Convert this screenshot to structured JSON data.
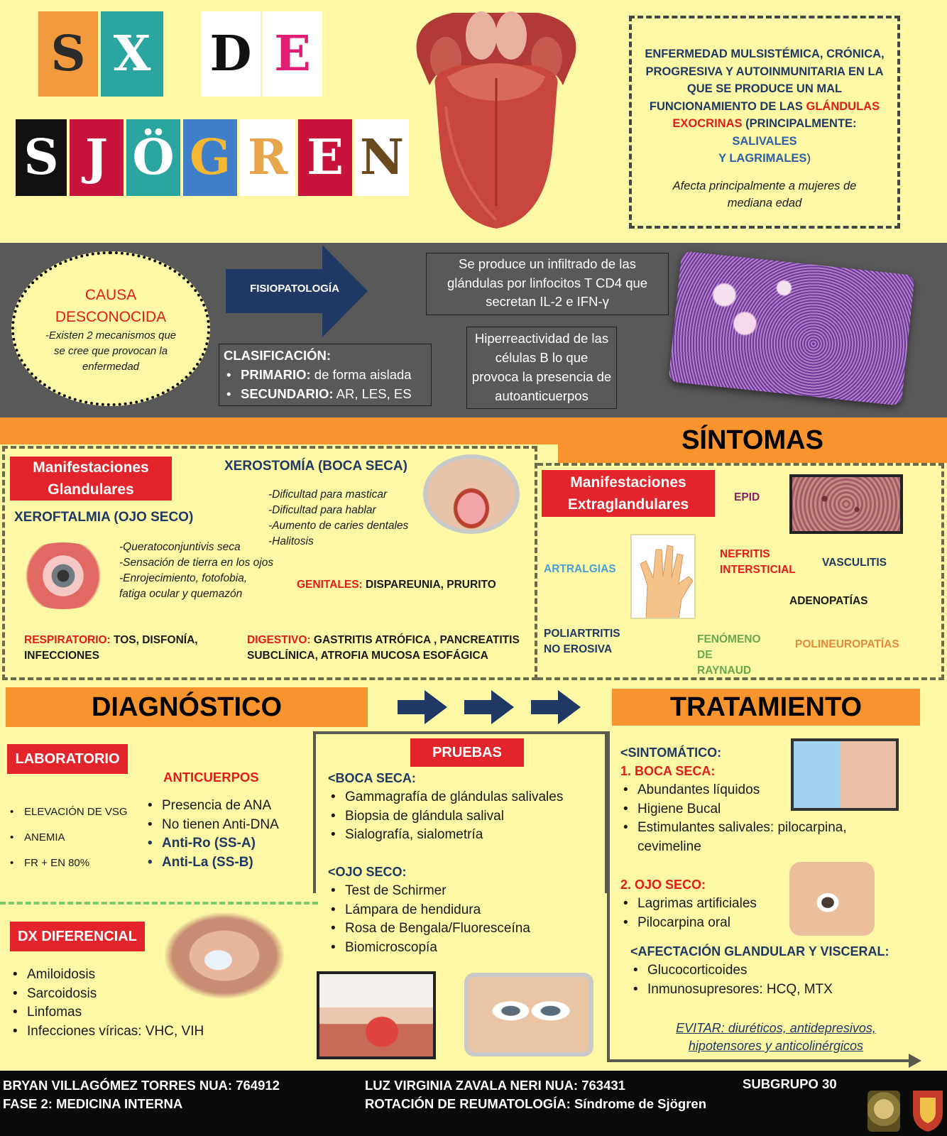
{
  "title": {
    "sx": [
      "S",
      "X"
    ],
    "de": [
      "D",
      "E"
    ],
    "sjogren": [
      "S",
      "J",
      "Ö",
      "G",
      "R",
      "E",
      "N"
    ]
  },
  "definition": {
    "l1": "ENFERMEDAD MULSISTÉMICA, CRÓNICA,",
    "l2": "PROGRESIVA Y AUTOINMUNITARIA EN LA",
    "l3": "QUE SE PRODUCE UN MAL",
    "l4a": "FUNCIONAMIENTO DE LAS ",
    "l4b": "GLÁNDULAS",
    "l5a": "EXOCRINAS",
    "l5b": " (PRINCIPALMENTE: ",
    "l5c": "SALIVALES",
    "l6a": "Y LAGRIMALES",
    "l6b": ")",
    "note": "Afecta principalmente a mujeres de mediana edad"
  },
  "cause": {
    "title": "CAUSA DESCONOCIDA",
    "text": "-Existen 2 mecanismos que se cree que provocan la enfermedad"
  },
  "fisio": {
    "label": "FISIOPATOLOGÍA",
    "box1": "Se produce un infiltrado de las glándulas por linfocitos T CD4 que secretan IL-2 e IFN-γ",
    "box2": "Hiperreactividad de las células B lo que provoca la presencia de autoanticuerpos"
  },
  "clasificacion": {
    "title": "CLASIFICACIÓN:",
    "items": [
      {
        "k": "PRIMARIO:",
        "v": " de forma aislada"
      },
      {
        "k": "SECUNDARIO:",
        "v": " AR, LES, ES"
      }
    ]
  },
  "sintomas": {
    "title": "SÍNTOMAS",
    "glandulares": {
      "label": "Manifestaciones Glandulares",
      "xeroftalmia": {
        "title": "XEROFTALMIA (OJO SECO)",
        "items": [
          "-Queratoconjuntivis seca",
          "-Sensación de tierra en los ojos",
          "-Enrojecimiento, fotofobia,",
          "fatiga ocular y quemazón"
        ]
      },
      "xerostomia": {
        "title": "XEROSTOMÍA (BOCA SECA)",
        "items": [
          "-Dificultad para masticar",
          "-Dificultad para hablar",
          "-Aumento de caries dentales",
          "-Halitosis"
        ]
      },
      "genitales": {
        "k": "GENITALES:",
        "v": " DISPAREUNIA, PRURITO"
      },
      "respiratorio": {
        "k": "RESPIRATORIO:",
        "v1": " TOS, DISFONÍA,",
        "v2": "INFECCIONES"
      },
      "digestivo": {
        "k": "DIGESTIVO:",
        "v1": " GASTRITIS ATRÓFICA , PANCREATITIS",
        "v2": "SUBCLÍNICA, ATROFIA MUCOSA ESOFÁGICA"
      }
    },
    "extraglandulares": {
      "label": "Manifestaciones Extraglandulares",
      "epid": "EPID",
      "artralgias": "ARTRALGIAS",
      "nefritis": "NEFRITIS INTERSTICIAL",
      "vasculitis": "VASCULITIS",
      "adenopatias": "ADENOPATÍAS",
      "poliartritis": "POLIARTRITIS NO EROSIVA",
      "raynaud": "FENÓMENO DE RAYNAUD",
      "polineuro": "POLINEUROPATÍAS"
    }
  },
  "diagnostico": {
    "title": "DIAGNÓSTICO",
    "laboratorio": {
      "label": "LABORATORIO",
      "items": [
        "ELEVACIÓN DE VSG",
        "ANEMIA",
        "FR + EN 80%"
      ]
    },
    "anticuerpos": {
      "label": "ANTICUERPOS",
      "items": [
        "Presencia de ANA",
        "No tienen Anti-DNA",
        "Anti-Ro (SS-A)",
        "Anti-La (SS-B)"
      ]
    },
    "pruebas": {
      "label": "PRUEBAS",
      "boca": "<BOCA SECA:",
      "boca_items": [
        "Gammagrafía de glándulas salivales",
        "Biopsia de glándula salival",
        "Sialografía, sialometría"
      ],
      "ojo": "<OJO SECO:",
      "ojo_items": [
        "Test de Schirmer",
        "Lámpara de hendidura",
        "Rosa de Bengala/Fluoresceína",
        "Biomicroscopía"
      ]
    },
    "diferencial": {
      "label": "DX DIFERENCIAL",
      "items": [
        "Amiloidosis",
        "Sarcoidosis",
        "Linfomas",
        "Infecciones víricas: VHC, VIH"
      ]
    }
  },
  "tratamiento": {
    "title": "TRATAMIENTO",
    "sintomatico": "<SINTOMÁTICO:",
    "boca": "1. BOCA SECA:",
    "boca_items": [
      "Abundantes líquidos",
      "Higiene Bucal",
      "Estimulantes salivales: pilocarpina,",
      "cevimeline"
    ],
    "ojo": "2. OJO SECO:",
    "ojo_items": [
      "Lagrimas artificiales",
      "Pilocarpina oral"
    ],
    "afect": "<AFECTACIÓN GLANDULAR Y VISCERAL:",
    "afect_items": [
      "Glucocorticoides",
      "Inmunosupresores: HCQ, MTX"
    ],
    "evitar1": "EVITAR: diuréticos, antidepresivos,",
    "evitar2": "hipotensores y anticolinérgicos"
  },
  "footer": {
    "a1": "BRYAN VILLAGÓMEZ TORRES NUA: 764912",
    "a2": "FASE 2: MEDICINA INTERNA",
    "b1": "LUZ VIRGINIA ZAVALA NERI NUA: 763431",
    "b2": "ROTACIÓN DE REUMATOLOGÍA: Síndrome de Sjögren",
    "c1": "SUBGRUPO 30"
  },
  "colors": {
    "bg": "#fcf8a6",
    "orange": "#f7942d",
    "red": "#e3242b",
    "navy": "#1f3864",
    "grey": "#595959"
  }
}
